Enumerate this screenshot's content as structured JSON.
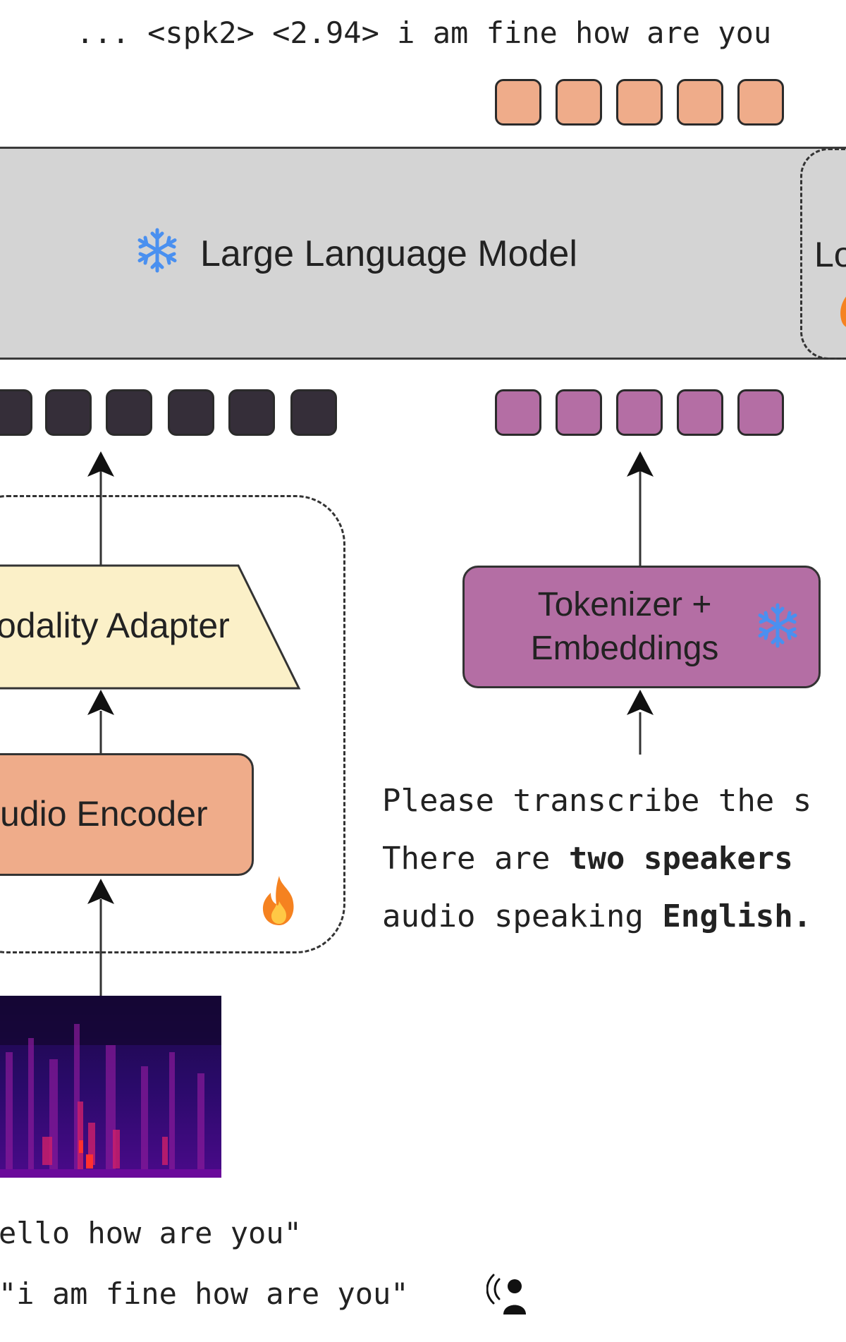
{
  "output": {
    "text": "... <spk2> <2.94> i am fine how are you"
  },
  "llm": {
    "label": "Large Language Model",
    "lora_label": "Lo"
  },
  "modality_adapter": {
    "label": "odality Adapter"
  },
  "audio_encoder": {
    "label": "udio Encoder"
  },
  "tokenizer": {
    "line1": "Tokenizer +",
    "line2": "Embeddings"
  },
  "prompt": {
    "line1": "Please transcribe the s",
    "line2_pre": "There are ",
    "line2_bold": "two speakers",
    "line3_pre": "audio speaking ",
    "line3_bold": "English."
  },
  "transcript": {
    "line1": "ello how are you\"",
    "line2": " \"i am fine how are you\""
  },
  "colors": {
    "output_tokens": "#efac8a",
    "audio_tokens": "#352e39",
    "text_tokens": "#b46ea4",
    "llm_bg": "#d4d4d4",
    "adapter": "#fbf0c8",
    "encoder": "#efac8a",
    "snowflake": "#4a90f0",
    "fire": "#f58220"
  },
  "icons": [
    "snowflake-icon",
    "fire-icon",
    "speaker-icon"
  ]
}
